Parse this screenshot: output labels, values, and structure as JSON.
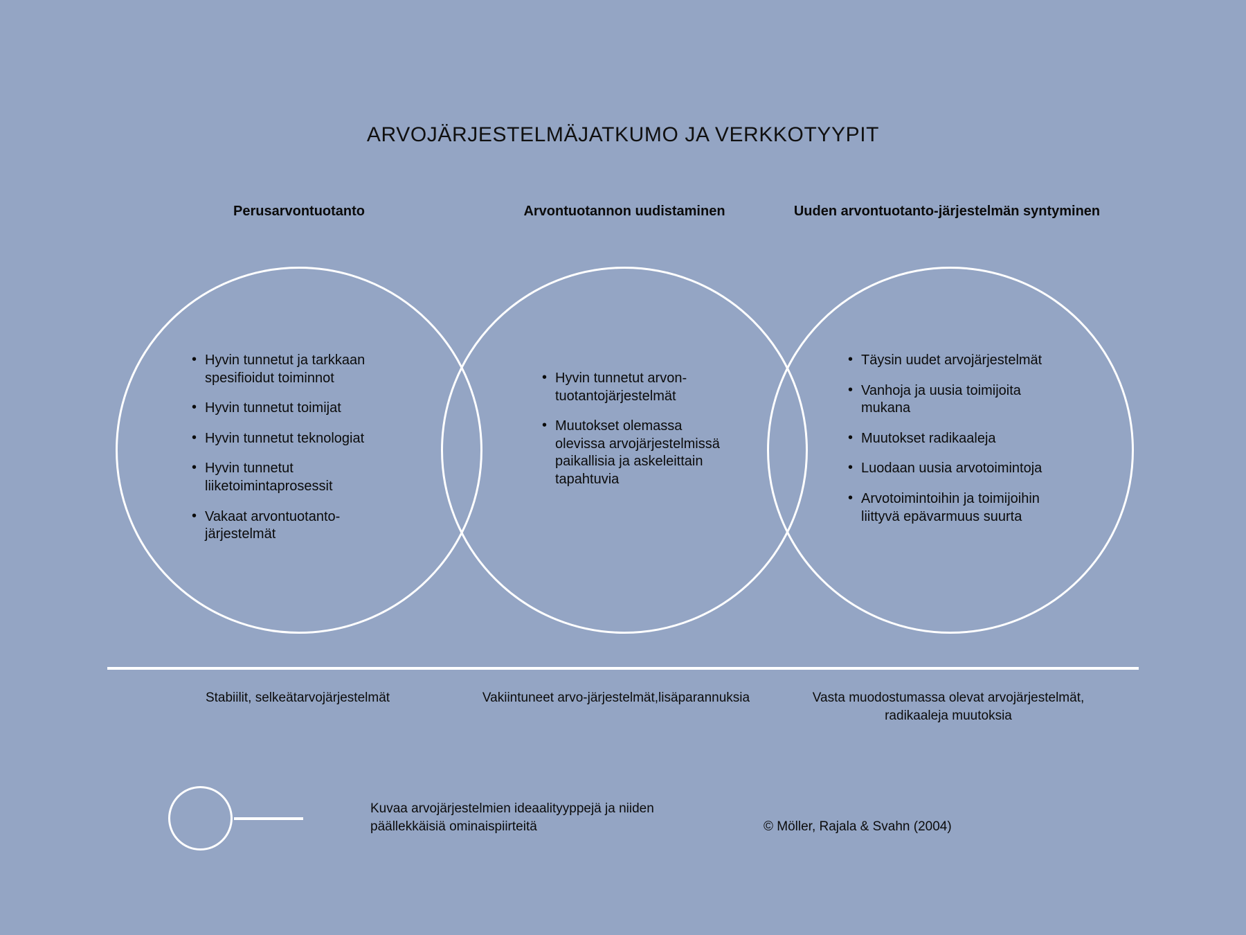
{
  "page": {
    "title": "ARVOJÄRJESTELMÄJATKUMO JA VERKKOTYYPIT",
    "background_color": "#94a5c4",
    "stroke_color": "#ffffff",
    "text_color": "#0b0b0b"
  },
  "columns": [
    {
      "header": "Perusarvontuotanto",
      "bullets": [
        "Hyvin tunnetut ja tarkkaan spesifioidut toiminnot",
        "Hyvin tunnetut toimijat",
        "Hyvin tunnetut teknologiat",
        "Hyvin tunnetut liiketoimintaprosessit",
        "Vakaat arvontuotanto-järjestelmät"
      ],
      "caption": "Stabiilit, selkeätarvojärjestelmät"
    },
    {
      "header": "Arvontuotannon uudistaminen",
      "bullets": [
        "Hyvin tunnetut arvon-tuotantojärjestelmät",
        "Muutokset olemassa olevissa arvojärjestelmissä paikallisia ja askeleittain tapahtuvia"
      ],
      "caption": "Vakiintuneet arvo-järjestelmät,lisäparannuksia"
    },
    {
      "header": "Uuden arvontuotanto-järjestelmän syntyminen",
      "bullets": [
        "Täysin uudet arvojärjestelmät",
        "Vanhoja ja uusia toimijoita mukana",
        "Muutokset radikaaleja",
        "Luodaan uusia arvotoimintoja",
        "Arvotoimintoihin ja toimijoihin liittyvä epävarmuus suurta"
      ],
      "caption": "Vasta muodostumassa olevat arvojärjestelmät, radikaaleja muutoksia"
    }
  ],
  "legend": {
    "text": "Kuvaa arvojärjestelmien ideaalityyppejä ja niiden päällekkäisiä ominaispiirteitä"
  },
  "credit": "© Möller, Rajala & Svahn (2004)"
}
